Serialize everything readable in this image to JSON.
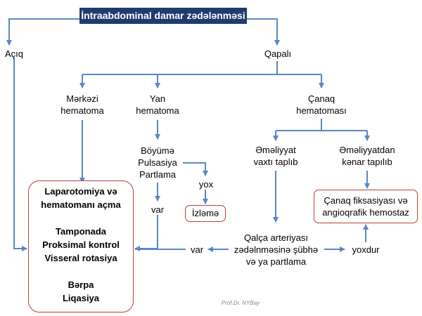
{
  "title": "İntraabdominal damar zədələnməsi",
  "branches": {
    "open": "Açıq",
    "closed": "Qapalı"
  },
  "closed_types": {
    "central": [
      "Mərkəzi",
      "hematoma"
    ],
    "lateral": [
      "Yan",
      "hematoma"
    ],
    "pelvic": [
      "Çanaq",
      "hematoması"
    ]
  },
  "lateral_criteria": [
    "Böyümə",
    "Pulsasiya",
    "Partlama"
  ],
  "answers": {
    "yes": "var",
    "no": "yox"
  },
  "observation": "İzləmə",
  "pelvic_cases": {
    "intraop": [
      "Əməliyyat",
      "vaxtı taplıb"
    ],
    "extraop": [
      "Əməliyyatdan",
      "kənar tapılıb"
    ]
  },
  "fixation_box": [
    "Çanaq fiksasiyası və",
    "angioqrafik hemostaz"
  ],
  "iliac_question": [
    "Qalça arteriyası",
    "zədəlnməsinə şübhə",
    "və ya partlama"
  ],
  "iliac_answers": {
    "yes": "var",
    "no": "yoxdur"
  },
  "main_box": {
    "group1": [
      "Laparotomiya və",
      "hematomanı açma"
    ],
    "group2": [
      "Tamponada",
      "Proksimal kontrol",
      "Visseral rotasiya"
    ],
    "group3": [
      "Bərpa",
      "Liqasiya"
    ]
  },
  "footer": "Prof.Dr. NYBay",
  "colors": {
    "title_bg": "#1f3b70",
    "arrow": "#5a86c5",
    "box_border": "#b8403a"
  }
}
